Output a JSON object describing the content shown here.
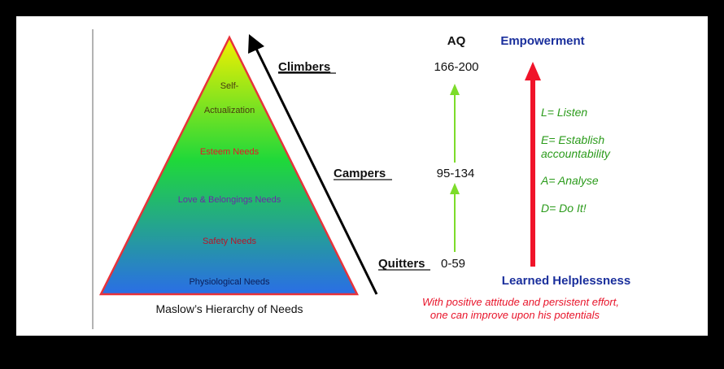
{
  "pyramid": {
    "levels": [
      "Self-",
      "Actualization",
      "Esteem Needs",
      "Love & Belongings Needs",
      "Safety Needs",
      "Physiological Needs"
    ],
    "caption": "Maslow’s Hierarchy of Needs"
  },
  "stages": {
    "climbers": "Climbers",
    "campers": "Campers",
    "quitters": "Quitters"
  },
  "aq": {
    "header": "AQ",
    "climbers_range": "166-200",
    "campers_range": "95-134",
    "quitters_range": "0-59"
  },
  "empowerment": {
    "header": "Empowerment",
    "listen": "L= Listen",
    "establish_1": "E= Establish",
    "establish_2": "accountability",
    "analyse": "A= Analyse",
    "do_it": "D= Do It!",
    "bottom": "Learned Helplessness"
  },
  "note": {
    "line1": "With positive attitude and persistent effort,",
    "line2": "one can improve upon his potentials"
  },
  "colors": {
    "pyramid_top": "#f4f000",
    "pyramid_mid": "#1fd83a",
    "pyramid_bottom": "#2a6ee6",
    "pyramid_border": "#e8323a",
    "green_arrow": "#7ddc2a",
    "red_arrow": "#f0142a",
    "blue_text": "#1a2f9c",
    "green_text": "#2b9b1b",
    "red_text": "#e8142a"
  }
}
